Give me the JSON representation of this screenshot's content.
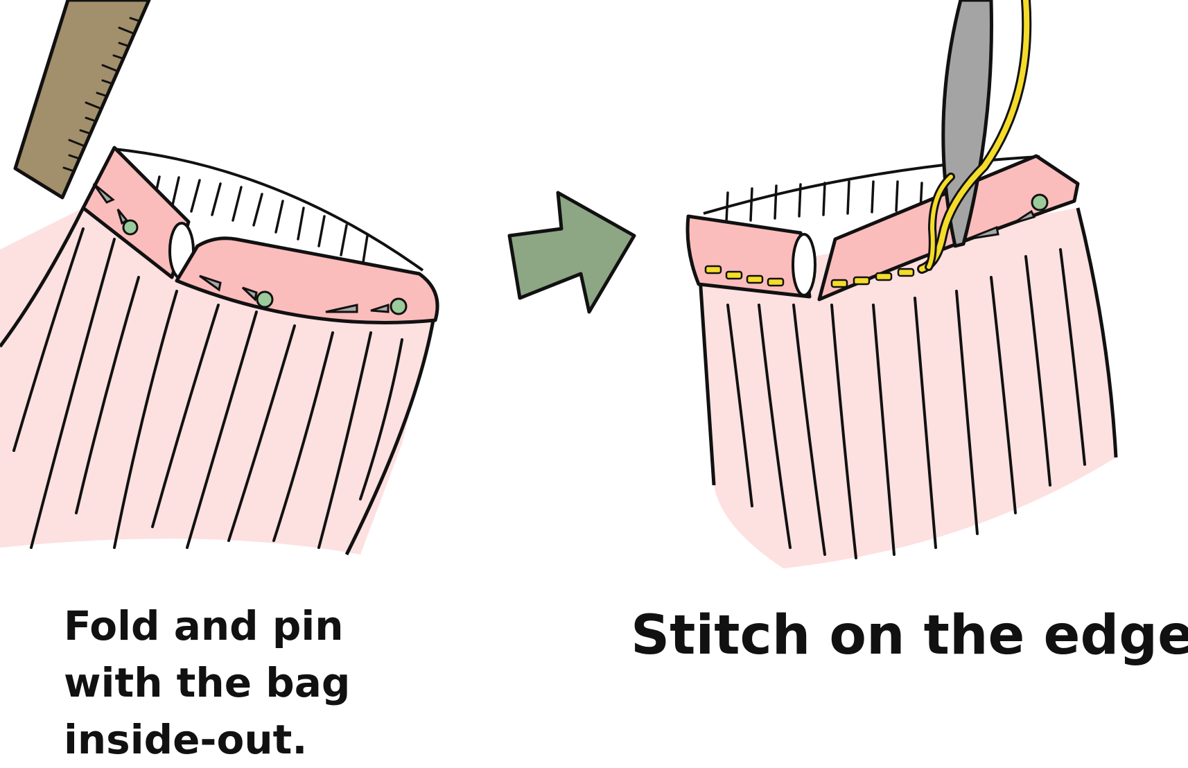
{
  "steps": [
    {
      "caption_lines": [
        "Fold and pin",
        "with the bag",
        "inside-out."
      ]
    },
    {
      "caption_lines": [
        "Stitch on the edge."
      ]
    }
  ],
  "arrow": {
    "direction": "right"
  },
  "colors": {
    "fabric_light": "#fde0e0",
    "fabric_fold": "#fbbcbc",
    "ruler": "#a28f6b",
    "arrow": "#8da684",
    "pin_head": "#9ccb9b",
    "pin_shaft": "#a7a7a7",
    "needle": "#a4a4a4",
    "thread": "#f5dc2a",
    "outline": "#111111"
  }
}
